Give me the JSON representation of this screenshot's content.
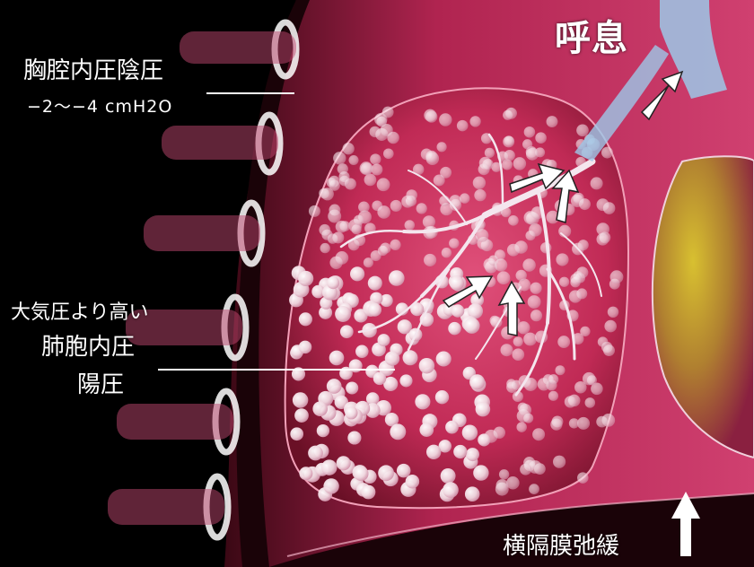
{
  "title": "呼息",
  "intrathoracic": {
    "name": "胸腔内圧陰圧",
    "value": "−2〜−4 cmH2O"
  },
  "alveolar": {
    "higher_than_atm": "大気圧より高い",
    "name": "肺胞内圧",
    "sign": "陽圧"
  },
  "diaphragm": "横隔膜弛緩",
  "colors": {
    "lung": "#c8305a",
    "lung_dark": "#6a1026",
    "chest_wall": "#b02450",
    "heart": "#c9b020",
    "airway": "#9cc8e8",
    "arrow": "#ffffff"
  },
  "icons": {
    "airflow": "white-arrow-icon",
    "diaphragm_motion": "up-arrow-icon"
  }
}
